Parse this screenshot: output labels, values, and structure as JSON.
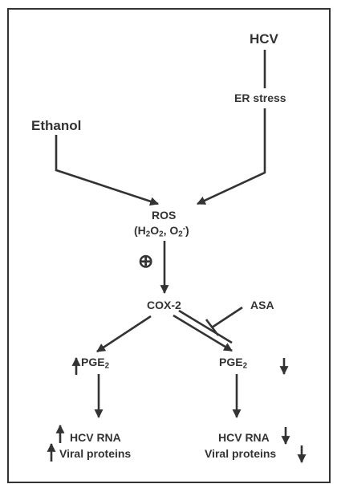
{
  "nodes": {
    "hcv": "HCV",
    "er_stress": "ER stress",
    "ethanol": "Ethanol",
    "ros": "ROS",
    "ros_species": {
      "open": "(H",
      "sub1": "2",
      "mid1": "O",
      "sub2": "2",
      "mid2": ", O",
      "sub3": "2",
      "sup3": "-",
      "close": ")"
    },
    "plus_symbol": "⊕",
    "cox2": "COX-2",
    "asa": "ASA",
    "pge2_left": {
      "base": "PGE",
      "sub": "2"
    },
    "pge2_right": {
      "base": "PGE",
      "sub": "2"
    },
    "left_outcome": {
      "rna": "HCV RNA",
      "proteins": "Viral proteins"
    },
    "right_outcome": {
      "rna": "HCV RNA",
      "proteins": "Viral proteins"
    }
  },
  "colors": {
    "ink": "#333333",
    "background": "#ffffff"
  }
}
